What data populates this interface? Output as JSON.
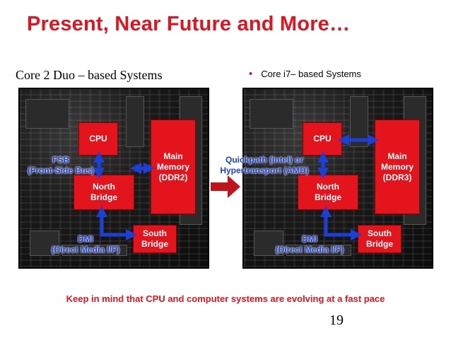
{
  "slide": {
    "title": "Present, Near Future and More…",
    "left_heading": "Core 2 Duo – based Systems",
    "right_heading": "Core i7– based Systems",
    "footer": "Keep in mind that CPU and computer systems are evolving at a fast pace",
    "page_number": "19"
  },
  "left_diagram": {
    "cpu": "CPU",
    "memory_line1": "Main",
    "memory_line2": "Memory",
    "memory_line3": "(DDR2)",
    "northbridge_line1": "North",
    "northbridge_line2": "Bridge",
    "southbridge_line1": "South",
    "southbridge_line2": "Bridge",
    "bus_top_line1": "FSB",
    "bus_top_line2": "(Front-Side Bus)",
    "dmi_line1": "DMI",
    "dmi_line2": "(Direct Media I/F)"
  },
  "right_diagram": {
    "cpu": "CPU",
    "memory_line1": "Main",
    "memory_line2": "Memory",
    "memory_line3": "(DDR3)",
    "northbridge_line1": "North",
    "northbridge_line2": "Bridge",
    "southbridge_line1": "South",
    "southbridge_line2": "Bridge",
    "bus_top_line1": "Quickpath (Intel) or",
    "bus_top_line2": "Hypertransport (AMD)",
    "dmi_line1": "DMI",
    "dmi_line2": "(Direct Media I/F)"
  },
  "colors": {
    "title": "#e0141e",
    "chip": "#e3141c",
    "label": "#1c3fd6",
    "arrow": "#1c3fd6",
    "transition_arrow": "#c0141c"
  }
}
